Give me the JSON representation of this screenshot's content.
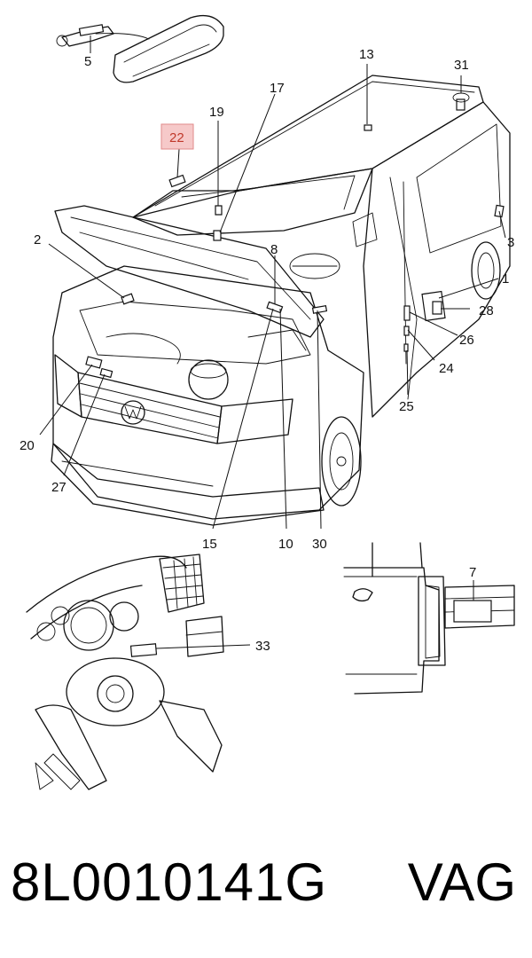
{
  "callouts": [
    {
      "id": "5",
      "text": "5"
    },
    {
      "id": "13",
      "text": "13"
    },
    {
      "id": "31",
      "text": "31"
    },
    {
      "id": "17",
      "text": "17"
    },
    {
      "id": "19",
      "text": "19"
    },
    {
      "id": "22",
      "text": "22",
      "highlighted": true
    },
    {
      "id": "2",
      "text": "2"
    },
    {
      "id": "3",
      "text": "3"
    },
    {
      "id": "8",
      "text": "8"
    },
    {
      "id": "1",
      "text": "1"
    },
    {
      "id": "28",
      "text": "28"
    },
    {
      "id": "26",
      "text": "26"
    },
    {
      "id": "24",
      "text": "24"
    },
    {
      "id": "25",
      "text": "25"
    },
    {
      "id": "20",
      "text": "20"
    },
    {
      "id": "27",
      "text": "27"
    },
    {
      "id": "15",
      "text": "15"
    },
    {
      "id": "10",
      "text": "10"
    },
    {
      "id": "30",
      "text": "30"
    },
    {
      "id": "7",
      "text": "7"
    },
    {
      "id": "33",
      "text": "33"
    }
  ],
  "colors": {
    "highlight_box": "#f6c9c9",
    "highlight_border": "#e08a8a",
    "highlight_text": "#c0392b",
    "ink": "#111111"
  },
  "footer": {
    "part_number": "8L0010141G",
    "brand": "VAG"
  }
}
